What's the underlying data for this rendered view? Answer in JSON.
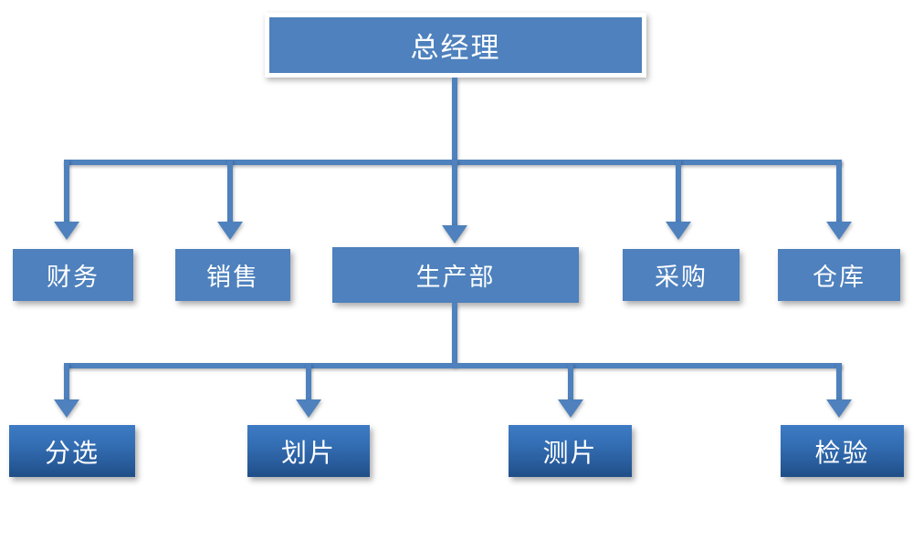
{
  "diagram": {
    "type": "organizational-chart",
    "title": "",
    "colors": {
      "node_blue": "#4E81BD",
      "connector_blue": "#4E81BD",
      "gradient_top": "#3E7BC4",
      "gradient_bottom": "#1F4E87",
      "text": "#FFFFFF",
      "background": "#FFFFFF"
    },
    "levels": [
      {
        "level": 1,
        "nodes": [
          {
            "id": "gm",
            "label": "总经理"
          }
        ]
      },
      {
        "level": 2,
        "nodes": [
          {
            "id": "finance",
            "label": "财务"
          },
          {
            "id": "sales",
            "label": "销售"
          },
          {
            "id": "production",
            "label": "生产部"
          },
          {
            "id": "purchasing",
            "label": "采购"
          },
          {
            "id": "warehouse",
            "label": "仓库"
          }
        ]
      },
      {
        "level": 3,
        "parent": "production",
        "nodes": [
          {
            "id": "sorting",
            "label": "分选"
          },
          {
            "id": "dicing",
            "label": "划片"
          },
          {
            "id": "testing",
            "label": "测片"
          },
          {
            "id": "inspection",
            "label": "检验"
          }
        ]
      }
    ]
  }
}
